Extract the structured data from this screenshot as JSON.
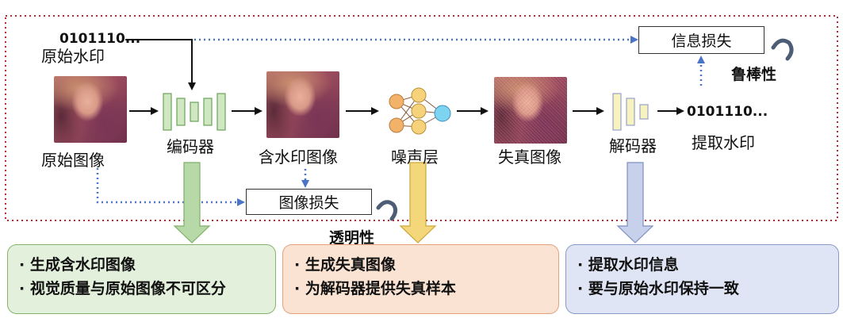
{
  "labels": {
    "bits_in": "0101110...",
    "orig_watermark": "原始水印",
    "orig_image": "原始图像",
    "encoder": "编码器",
    "watermarked_image": "含水印图像",
    "noise_layer": "噪声层",
    "distorted_image": "失真图像",
    "decoder": "解码器",
    "bits_out": "0101110...",
    "extracted_watermark": "提取水印",
    "info_loss": "信息损失",
    "image_loss": "图像损失",
    "robustness": "鲁棒性",
    "transparency": "透明性"
  },
  "panels": {
    "encoder": {
      "lines": [
        "· 生成含水印图像",
        "· 视觉质量与原始图像不可区分"
      ]
    },
    "noise": {
      "lines": [
        "· 生成失真图像",
        "· 为解码器提供失真样本"
      ]
    },
    "decoder": {
      "lines": [
        "· 提取水印信息",
        "· 要与原始水印保持一致"
      ]
    }
  },
  "colors": {
    "frame_dotted": "#c0282d",
    "dotted_arrow": "#4a74c8",
    "encoder_green": "#b7d9a8",
    "noise_yellow": "#f4d77a",
    "decoder_blue": "#b6c3e3",
    "panel_green_bg": "#e3f0dc",
    "panel_orange_bg": "#fbe3d3",
    "panel_blue_bg": "#dfe5f4"
  }
}
